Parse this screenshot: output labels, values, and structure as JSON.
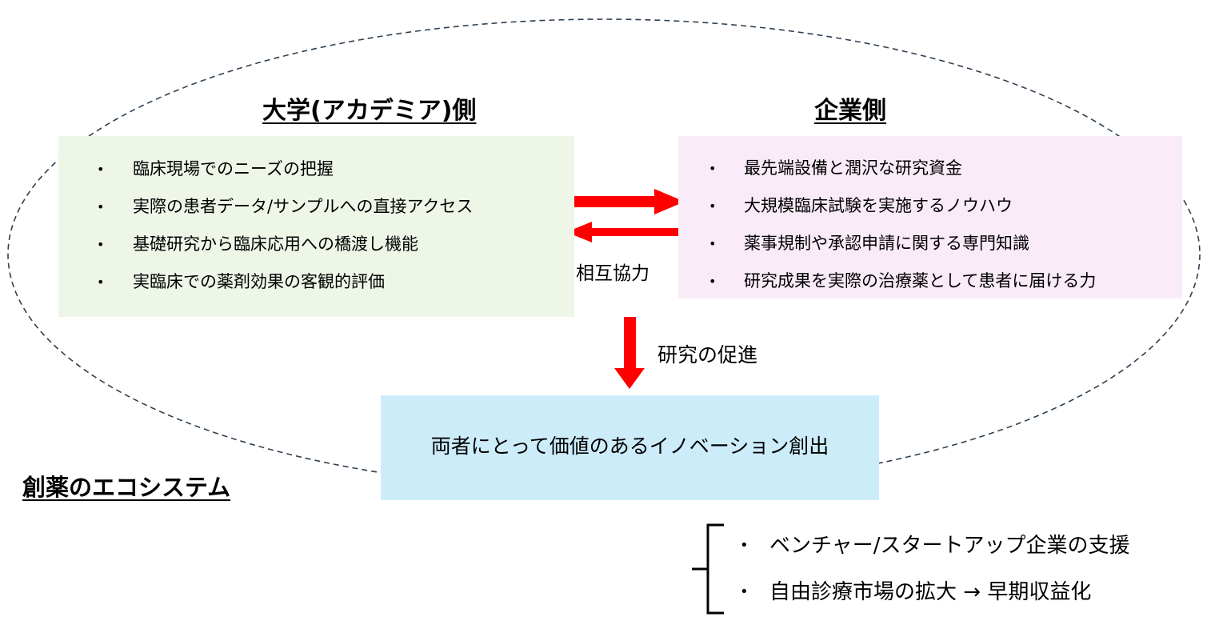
{
  "academia": {
    "title": "大学(アカデミア)側",
    "items": [
      "臨床現場でのニーズの把握",
      "実際の患者データ/サンプルへの直接アクセス",
      "基礎研究から臨床応用への橋渡し機能",
      "実臨床での薬剤効果の客観的評価"
    ]
  },
  "industry": {
    "title": "企業側",
    "items": [
      "最先端設備と潤沢な研究資金",
      "大規模臨床試験を実施するノウハウ",
      "薬事規制や承認申請に関する専門知識",
      "研究成果を実際の治療薬として患者に届ける力"
    ]
  },
  "bullet_symbol": "•",
  "mutual_label": "相互協力",
  "promote_label": "研究の促進",
  "innovation_text": "両者にとって価値のあるイノベーション創出",
  "ecosystem_label": "創薬のエコシステム",
  "ventures": [
    "ベンチャー/スタートアップ企業の支援",
    "自由診療市場の拡大 → 早期収益化"
  ],
  "colors": {
    "academia_box": "#eef6e8",
    "industry_box": "#f9ebf8",
    "innovation_box": "#cdecfa",
    "arrow": "#ff0000",
    "ellipse": "#2f4050"
  }
}
